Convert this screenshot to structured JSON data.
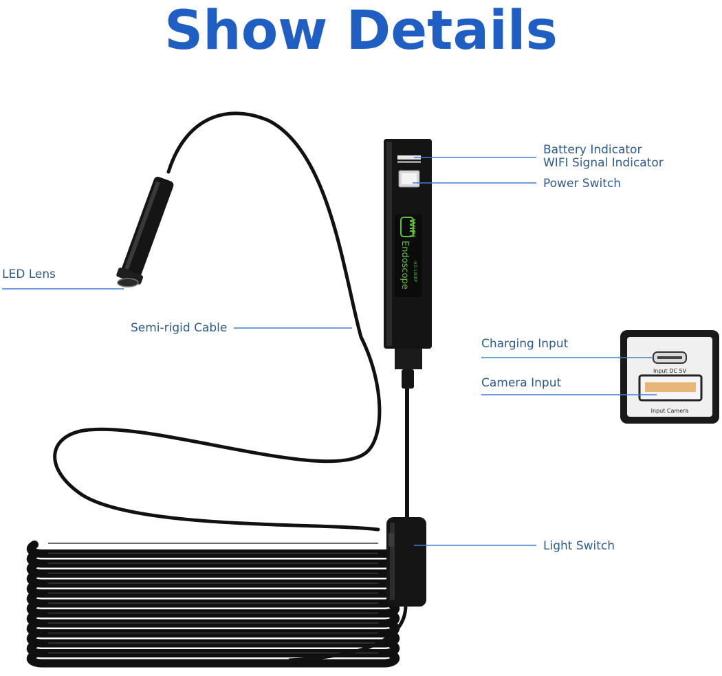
{
  "title": "Show Details",
  "colors": {
    "title": "#1f5fc4",
    "label": "#2d5b8c",
    "leader_line": "#3f7fd1",
    "device_body": "#111111",
    "screen_text": "#5fc23a"
  },
  "callouts": {
    "battery_indicator": "Battery Indicator",
    "wifi_signal_indicator": "WIFI Signal Indicator",
    "power_switch": "Power Switch",
    "led_lens": "LED Lens",
    "semi_rigid_cable": "Semi-rigid Cable",
    "charging_input": "Charging Input",
    "camera_input": "Camera Input",
    "light_switch": "Light Switch"
  },
  "device": {
    "badge": "WiFi",
    "brand": "Endoscope",
    "model": "HD 1200P"
  },
  "port_panel": {
    "dc_label": "Input DC 5V",
    "camera_label": "Input Camera"
  }
}
